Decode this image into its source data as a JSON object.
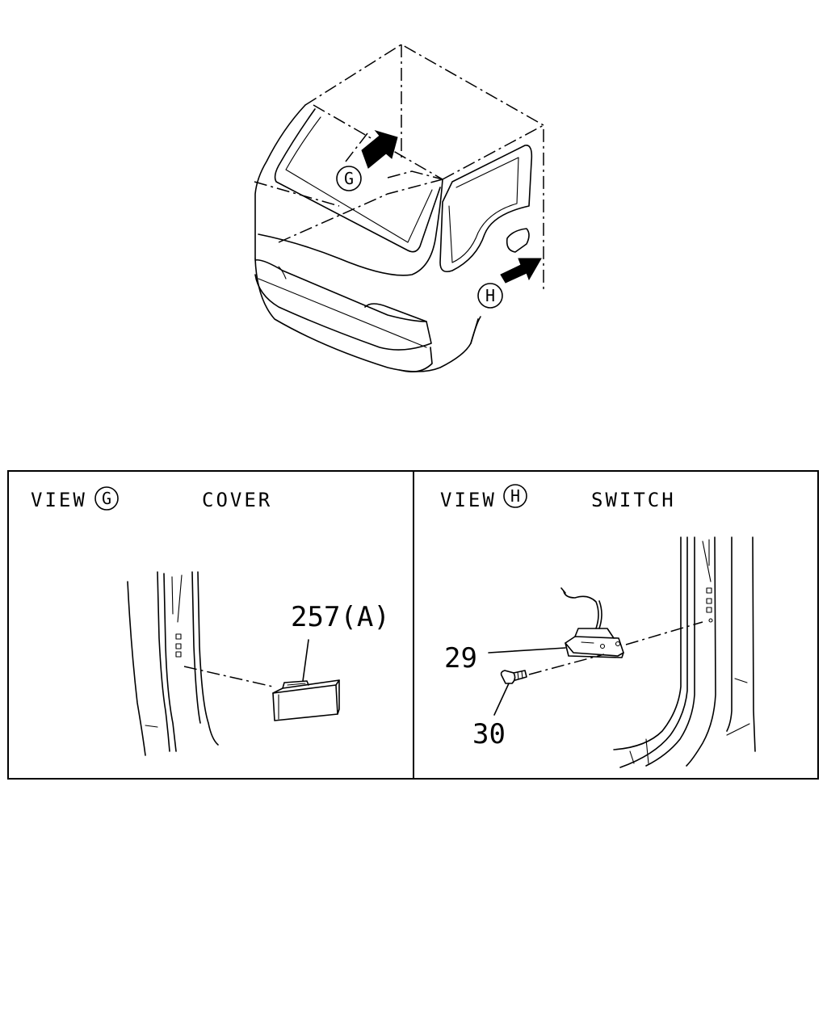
{
  "markers": {
    "g": "G",
    "h": "H"
  },
  "panel_g": {
    "view_label": "VIEW",
    "view_letter": "G",
    "title": "COVER",
    "callout_part": "257(A)"
  },
  "panel_h": {
    "view_label": "VIEW",
    "view_letter": "H",
    "title": "SWITCH",
    "callout_bracket": "29",
    "callout_bolt": "30"
  }
}
